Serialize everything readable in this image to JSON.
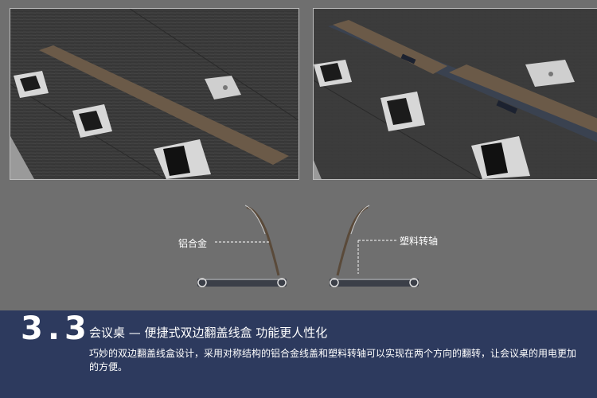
{
  "diagram": {
    "label_left": "铝合金",
    "label_right": "塑料转轴"
  },
  "footer": {
    "section_number": "3.3",
    "title": "会议桌 — 便捷式双边翻盖线盒 功能更人性化",
    "description": "巧妙的双边翻盖线盒设计，采用对称结构的铝合金线盖和塑料转轴可以实现在两个方向的翻转，让会议桌的用电更加的方便。"
  },
  "colors": {
    "background": "#6f6f6f",
    "footer_bg": "#2d3a5e",
    "desk_surface": "#3b3b3b",
    "trim": "#6b5a48"
  }
}
